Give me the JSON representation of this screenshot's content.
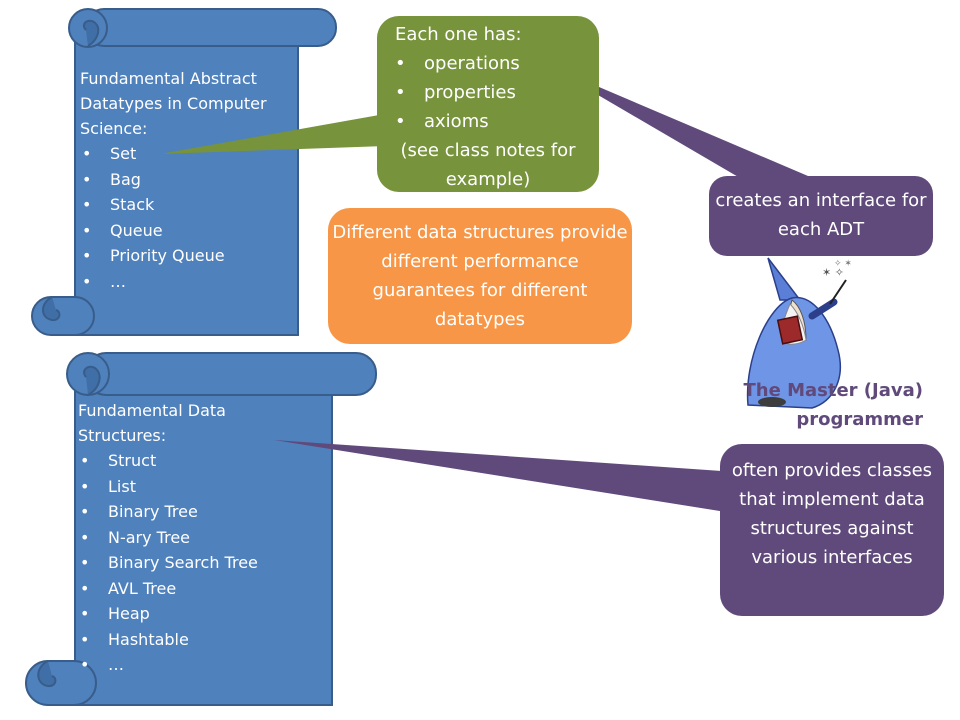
{
  "adt_scroll": {
    "heading": "Fundamental Abstract Datatypes in Computer Science:",
    "items": [
      "Set",
      "Bag",
      "Stack",
      "Queue",
      "Priority Queue",
      "…"
    ]
  },
  "ds_scroll": {
    "heading": "Fundamental Data Structures:",
    "items": [
      "Struct",
      "List",
      "Binary Tree",
      "N-ary Tree",
      "Binary Search Tree",
      "AVL Tree",
      "Heap",
      "Hashtable",
      "…"
    ]
  },
  "adt_callout": {
    "heading": "Each one has:",
    "items": [
      "operations",
      "properties",
      "axioms"
    ],
    "note": "(see class notes for example)"
  },
  "performance_note": "Different data structures provide different performance guarantees for different datatypes",
  "interface_callout": "creates an interface for each ADT",
  "classes_callout": "often provides classes that implement data structures against various interfaces",
  "master_label": "The Master (Java) programmer",
  "icons": [
    "scroll",
    "wizard"
  ],
  "colors": {
    "scroll_fill": "#4f81bd",
    "scroll_stroke": "#385d8a",
    "green": "#77933c",
    "orange": "#f79646",
    "purple": "#604a7b"
  }
}
